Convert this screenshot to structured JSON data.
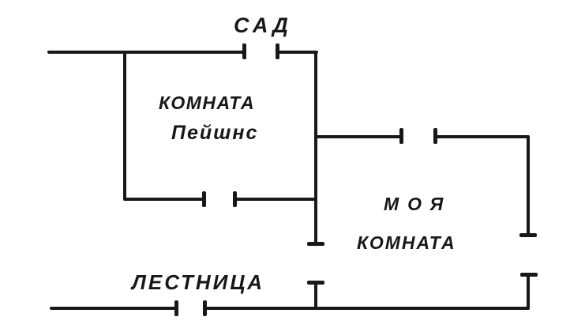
{
  "figure": {
    "type": "floor-plan-diagram",
    "background_color": "#ffffff",
    "ink_color": "#181818",
    "labels": {
      "garden": "САД",
      "patience_room_line1": "КОМНАТА",
      "patience_room_line2": "Пейшнс",
      "my_room_line1": "МОЯ",
      "my_room_line2": "КОМНАТА",
      "staircase": "ЛЕСТНИЦА"
    }
  }
}
